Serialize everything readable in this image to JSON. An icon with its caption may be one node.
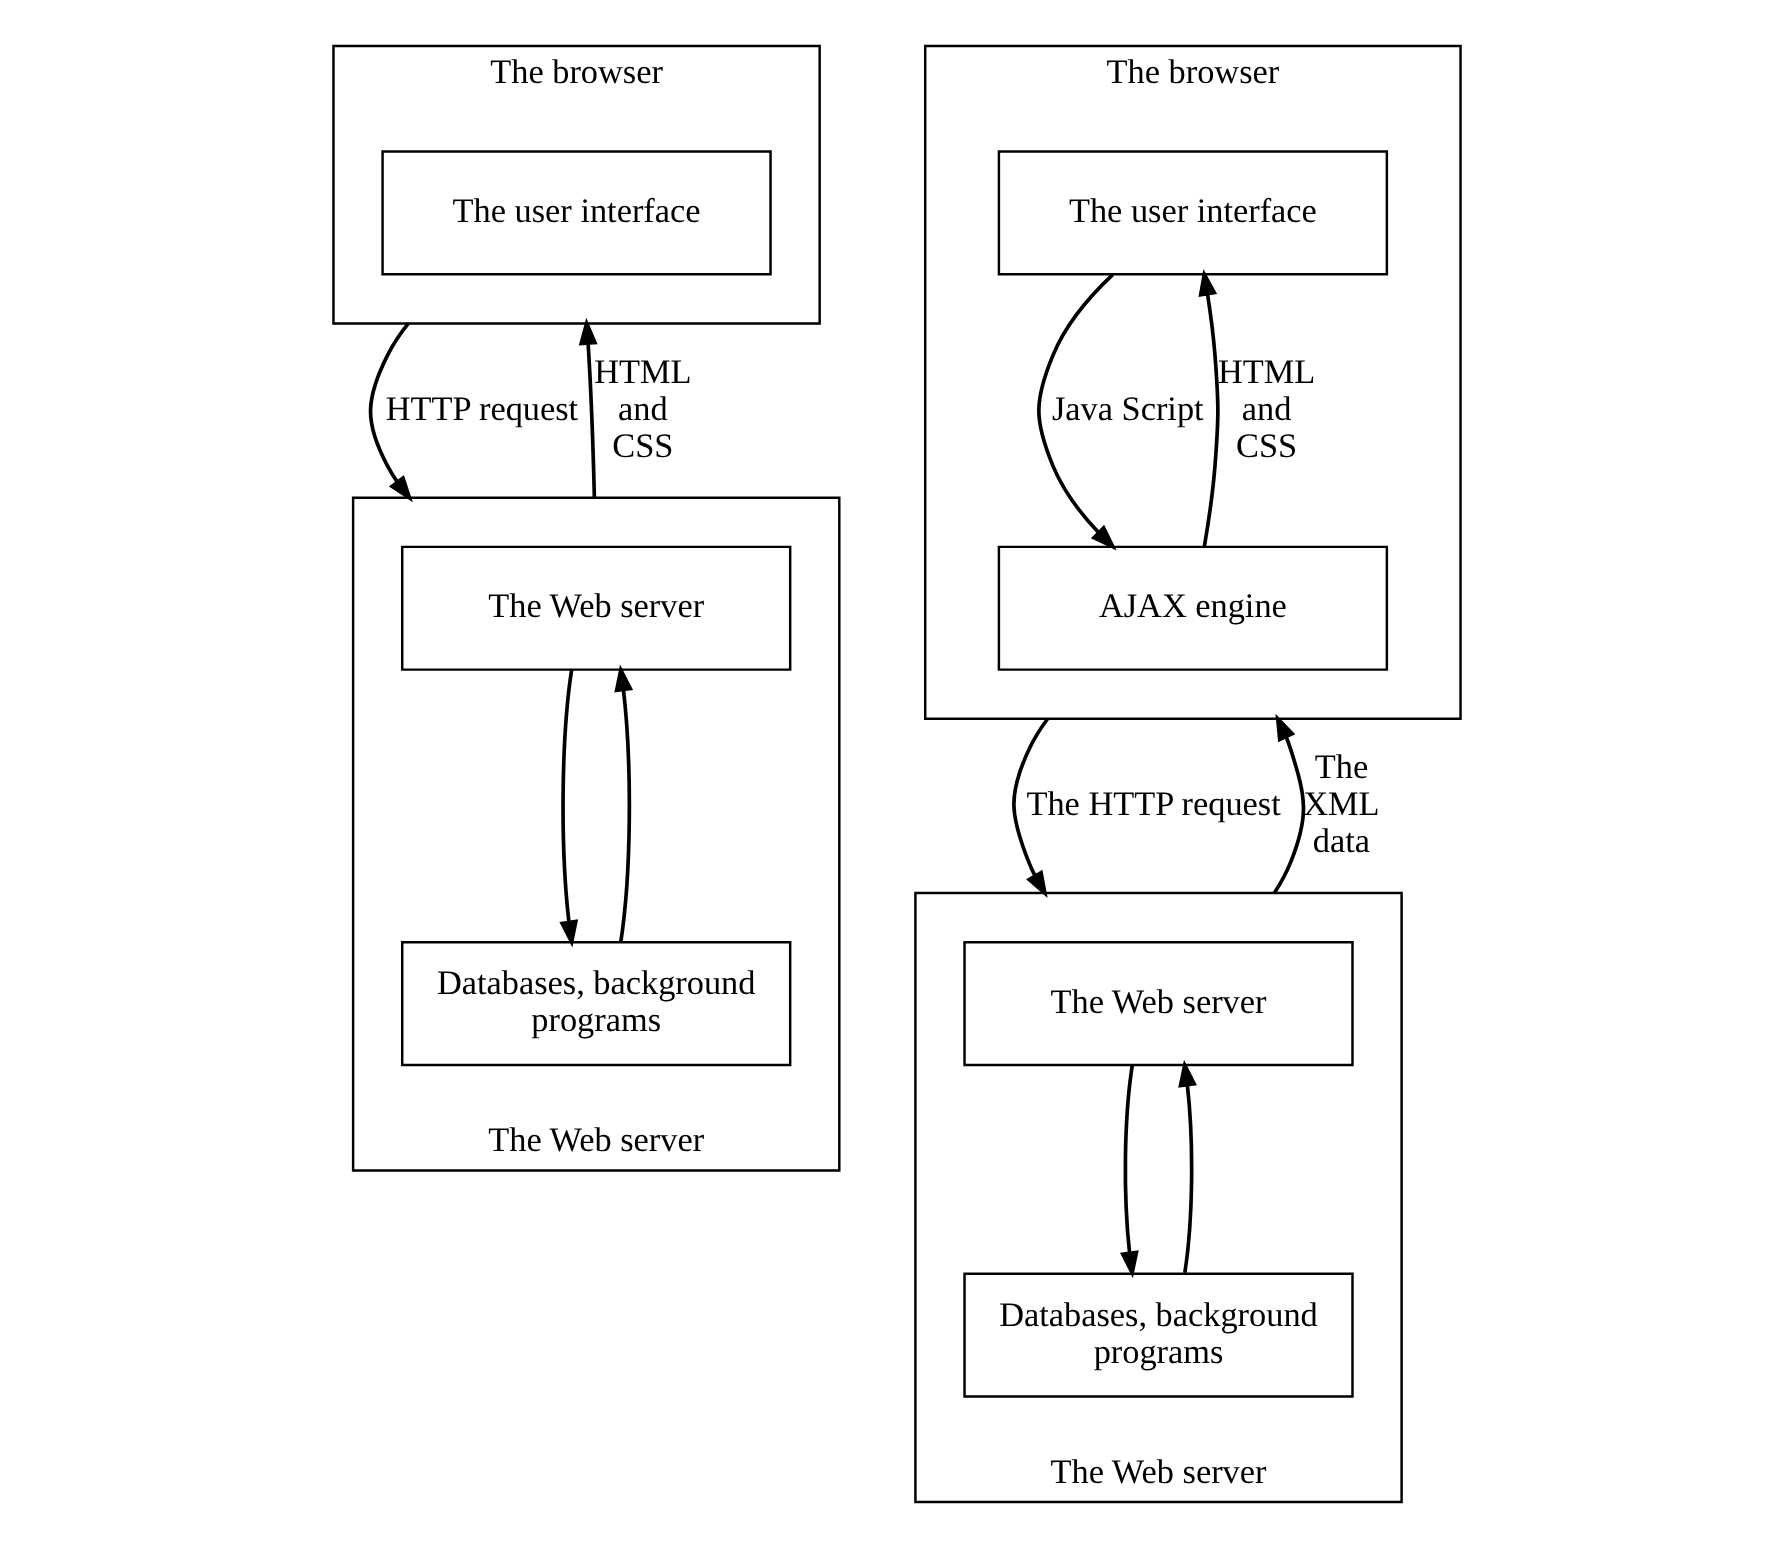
{
  "diagram": {
    "nodes": [
      {
        "text": [
          "The browser"
        ]
      },
      {
        "text": [
          "The user interface"
        ],
        "in": 0
      },
      {
        "text": [
          "The Web server"
        ]
      },
      {
        "text": [
          "The Web server"
        ],
        "in": 2
      },
      {
        "text": [
          "Databases, background programs"
        ],
        "in": 2
      },
      {
        "text": [
          "The browser"
        ]
      },
      {
        "text": [
          "The user interface"
        ],
        "in": 5
      },
      {
        "text": [
          "AJAX engine"
        ],
        "in": 5
      },
      {
        "text": [
          "The Web server"
        ]
      },
      {
        "text": [
          "The Web server"
        ],
        "in": 8
      },
      {
        "text": [
          "Databases, background programs"
        ],
        "in": 8
      }
    ],
    "edges": [
      {
        "from": 0,
        "to": 2,
        "arrow": "to",
        "label": "HTTP request"
      },
      {
        "from": 2,
        "to": 0,
        "arrow": "to",
        "label": "HTML and CSS"
      },
      {
        "from": 3,
        "to": 4,
        "arrow": "to"
      },
      {
        "from": 4,
        "to": 3,
        "arrow": "to"
      },
      {
        "from": 6,
        "to": 7,
        "arrow": "to",
        "label": "Java Script"
      },
      {
        "from": 7,
        "to": 6,
        "arrow": "to",
        "label": "HTML and CSS"
      },
      {
        "from": 5,
        "to": 8,
        "arrow": "to",
        "label": "The HTTP request"
      },
      {
        "from": 8,
        "to": 5,
        "arrow": "to",
        "label": "The XML data"
      },
      {
        "from": 9,
        "to": 10,
        "arrow": "to"
      },
      {
        "from": 10,
        "to": 9,
        "arrow": "to"
      }
    ]
  }
}
